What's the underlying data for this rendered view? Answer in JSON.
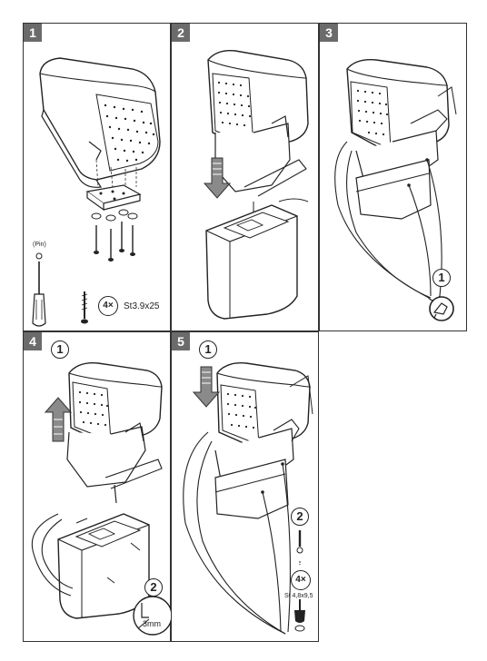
{
  "panels": [
    {
      "step": "1"
    },
    {
      "step": "2"
    },
    {
      "step": "3",
      "marker": "1"
    },
    {
      "step": "4",
      "marker_top": "1",
      "marker_bottom": "2",
      "clearance": "3mm"
    },
    {
      "step": "5",
      "marker_top": "1",
      "marker_bottom": "2",
      "count": "4×",
      "screw_spec": "St 4,8x9,5"
    }
  ],
  "panel1": {
    "count": "4×",
    "screw_spec": "St3.9x25",
    "tool_label": "(Pin)"
  },
  "icons": [
    "armrest-illustration",
    "screwdriver-icon",
    "screw-icon",
    "arrow-down-icon",
    "arrow-up-icon",
    "hand-press-icon"
  ],
  "colors": {
    "badge": "#6b6b6b",
    "line": "#222222",
    "arrow": "#8a8a8a"
  }
}
